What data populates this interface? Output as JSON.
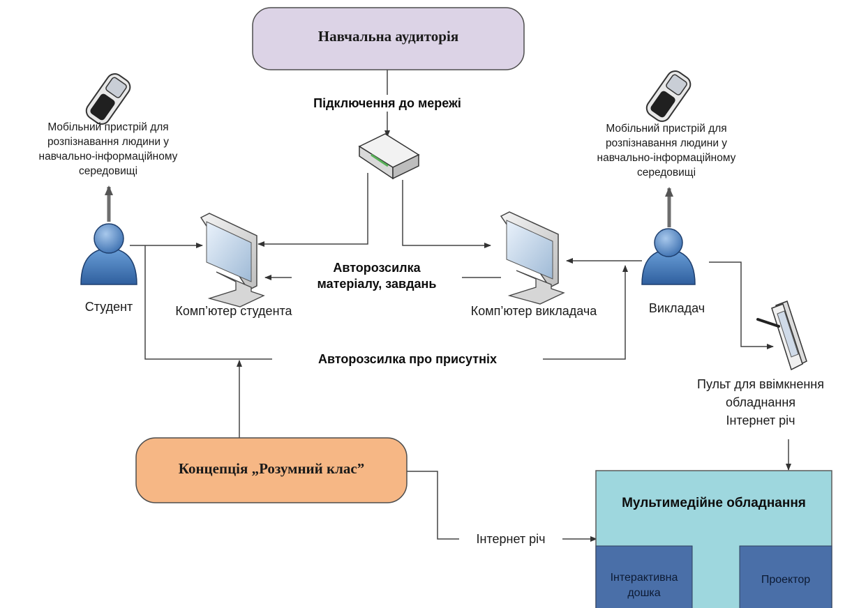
{
  "nodes": {
    "classroom": "Навчальна аудиторія",
    "network": "Підключення до мережі",
    "mobile_left": "Мобільний пристрій для\nрозпізнавання людини у\nнавчально-інформаційному\nсередовищі",
    "mobile_right": "Мобільний пристрій для\nрозпізнавання людини у\nнавчально-інформаційному\nсередовищі",
    "student": "Студент",
    "student_pc": "Комп’ютер студента",
    "teacher_pc": "Комп’ютер викладача",
    "teacher": "Викладач",
    "mailing_materials": "Авторозсилка\nматеріалу, завдань",
    "mailing_attendance": "Авторозсилка про присутніх",
    "remote": "Пульт для ввімкнення\nобладнання\nІнтернет річ",
    "concept": "Концепція „Розумний клас”",
    "iot": "Інтернет річ",
    "multimedia": "Мультимедійне обладнання",
    "whiteboard": "Інтерактивна\nдошка",
    "projector": "Проектор"
  },
  "colors": {
    "classroom_fill": "#dcd3e6",
    "concept_fill": "#f6b785",
    "multimedia_fill": "#9ed7de",
    "module_fill": "#4a6fa8",
    "person_fill": "#4f86c6",
    "line": "#404040"
  },
  "icons": [
    "mobile-phone-icon",
    "router-icon",
    "monitor-icon",
    "person-icon",
    "tablet-pen-icon"
  ]
}
